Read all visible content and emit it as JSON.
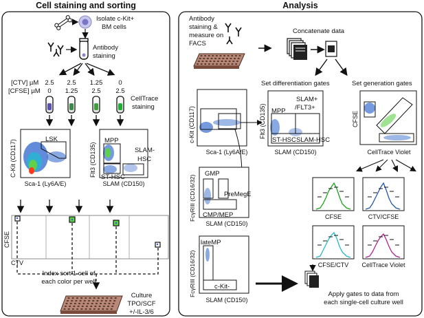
{
  "panels": {
    "left": {
      "title": "Cell staining and sorting"
    },
    "right": {
      "title": "Analysis"
    }
  },
  "left": {
    "isolate": [
      "Isolate c-Kit+",
      "BM cells"
    ],
    "antibody_staining": [
      "Antibody",
      "staining"
    ],
    "ctv_label": "[CTV] µM",
    "cfse_label": "[CFSE] µM",
    "ctv_values": [
      "2.5",
      "2.5",
      "1.25",
      "0"
    ],
    "cfse_values": [
      "0",
      "1.25",
      "2.5",
      "2.5"
    ],
    "celltrace": [
      "CellTrace",
      "staining"
    ],
    "lsk_plot": {
      "gate": "LSK",
      "xlabel": "Sca-1 (Ly6A/E)",
      "ylabel": "C-Kit (CD117)"
    },
    "slam_plot": {
      "gates": [
        "MPP",
        "SLAM-",
        "HSC",
        "ST-HSC"
      ],
      "xlabel": "SLAM (CD150)",
      "ylabel": "Flt3 (CD135)"
    },
    "sort_plot": {
      "ylabel": "CFSE",
      "xlabel": "CTV"
    },
    "index_sort": [
      "Index sort 1 cell of",
      "each color per well"
    ],
    "culture": [
      "Culture",
      "TPO/SCF",
      "+/-IL-3/6"
    ]
  },
  "right": {
    "antibody_facs": [
      "Antibody",
      "staining &",
      "measure on",
      "FACS"
    ],
    "concatenate": "Concatenate data",
    "diff_gates": "Set differentiation gates",
    "gen_gates": "Set generation gates",
    "ckit_plot": {
      "xlabel": "Sca-1 (Ly6A/E)",
      "ylabel": "c-Kit (CD117)"
    },
    "flt3_plot": {
      "gates": [
        "SLAM+",
        "/FLT3+",
        "MPP",
        "ST-HSC",
        "SLAM-HSC"
      ],
      "xlabel": "SLAM (CD150)",
      "ylabel": "Flt3 (CD135)"
    },
    "gen_plot": {
      "xlabel": "CellTrace Violet",
      "ylabel": "CFSE"
    },
    "gmp_plot": {
      "gates": [
        "GMP",
        "PreMegE",
        "CMP/MEP"
      ],
      "xlabel": "SLAM (CD150)",
      "ylabel": "FcγRIII (CD16/32)"
    },
    "latemp_plot": {
      "gates": [
        "lateMP",
        "c-Kit-"
      ],
      "xlabel": "SLAM (CD150)",
      "ylabel": "FcγRIII (CD16/32)"
    },
    "histograms": [
      "CFSE",
      "CTV/CFSE",
      "CFSE/CTV",
      "CellTrace Violet"
    ],
    "apply": [
      "Apply gates to data from",
      "each single-cell culture well"
    ]
  },
  "colors": {
    "hist_green": "#1aa31a",
    "hist_blue": "#2255aa",
    "hist_cyan": "#22b8c8",
    "hist_magenta": "#b0208c",
    "dot_blue": "#3355cc"
  }
}
